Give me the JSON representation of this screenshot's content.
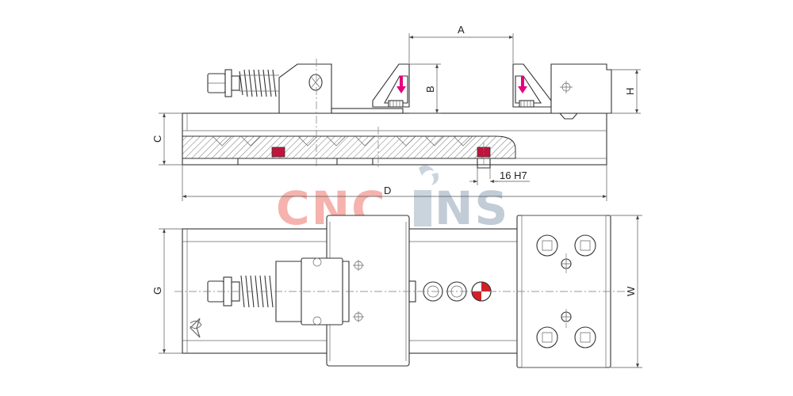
{
  "dimensions": {
    "a": "A",
    "b": "B",
    "c": "C",
    "d": "D",
    "g": "G",
    "h": "H",
    "w": "W",
    "slot": "16 H7"
  },
  "watermark": {
    "text_left": "CNC",
    "text_right": "NS",
    "color_left": "#f0756b",
    "color_right": "#8fa4b6"
  },
  "colors": {
    "arrow": "#e6007e",
    "key": "#c0143c",
    "origin_marker": "#d41f2a"
  }
}
